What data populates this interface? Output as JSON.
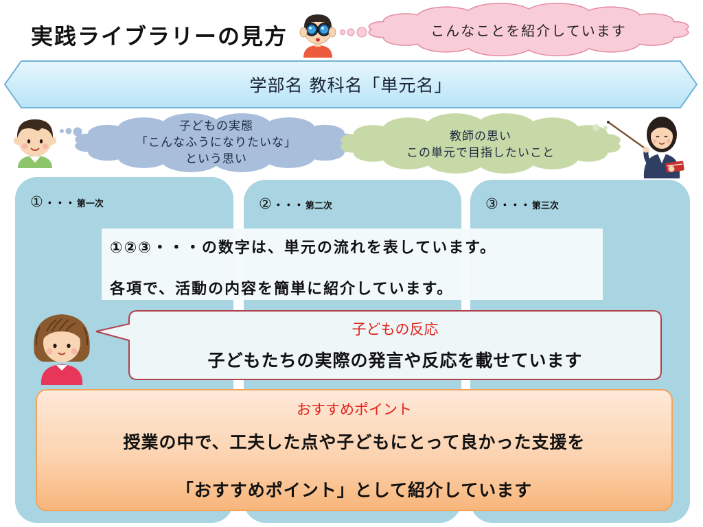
{
  "title": "実践ライブラリーの見方",
  "intro_bubble": "こんなことを紹介しています",
  "banner": "学部名 教科名「単元名」",
  "child_thought": [
    "子どもの実態",
    "「こんなふうになりたいな」",
    "という思い"
  ],
  "teacher_thought": [
    "教師の思い",
    "この単元で目指したいこと"
  ],
  "stages": [
    {
      "number": "①",
      "dots": "・・・",
      "label": "第一次"
    },
    {
      "number": "②",
      "dots": "・・・",
      "label": "第二次"
    },
    {
      "number": "③",
      "dots": "・・・",
      "label": "第三次"
    }
  ],
  "note": [
    "①②③・・・の数字は、単元の流れを表しています。",
    "各項で、活動の内容を簡単に紹介しています。"
  ],
  "reaction": {
    "heading": "子どもの反応",
    "text": "子どもたちの実際の発言や反応を載せています"
  },
  "recommend": {
    "heading": "おすすめポイント",
    "lines": [
      "授業の中で、工夫した点や子どもにとって良かった支援を",
      "「おすすめポイント」として紹介しています"
    ]
  },
  "illustrations": [
    "boy-with-binoculars",
    "boy",
    "teacher-with-pointer",
    "girl"
  ],
  "colors": {
    "pink_cloud_fill": "#f9cdd8",
    "pink_cloud_stroke": "#e58aa2",
    "child_cloud_fill": "#a8bedb",
    "teacher_cloud_fill": "#c8d9a8",
    "banner_fill": "#c8ecf8",
    "banner_stroke": "#6fb3d6",
    "column_fill": "#a9d4e2",
    "heading_red": "#e3221b",
    "reaction_border": "#b0404a",
    "recommend_border": "#f2a55a"
  }
}
